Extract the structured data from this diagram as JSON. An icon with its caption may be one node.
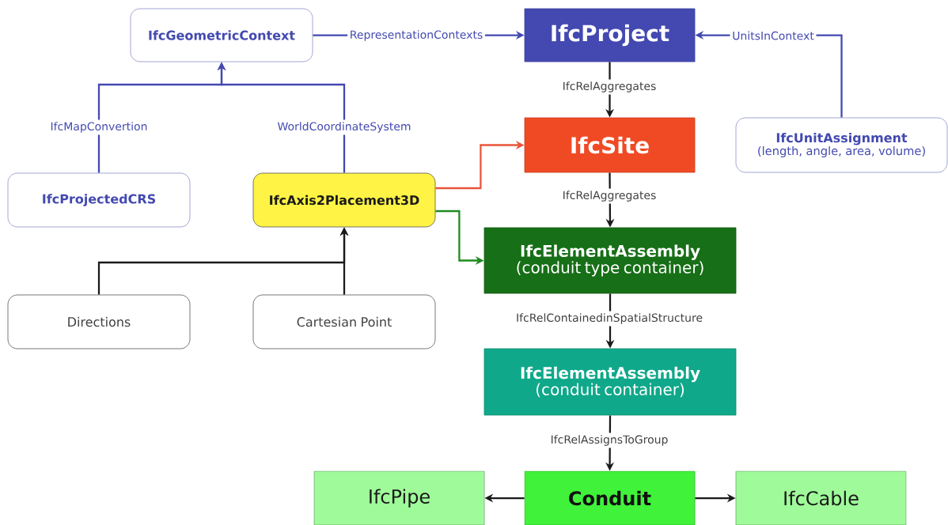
{
  "diagram": {
    "nodes": [
      {
        "text": [
          "IfcGeometricContext"
        ]
      },
      {
        "text": [
          "IfcProject"
        ]
      },
      {
        "text": [
          "IfcSite"
        ]
      },
      {
        "text": [
          "IfcUnitAssignment",
          "(length, angle, area, volume)"
        ]
      },
      {
        "text": [
          "IfcProjectedCRS"
        ]
      },
      {
        "text": [
          "IfcAxis2Placement3D"
        ]
      },
      {
        "text": [
          "IfcElementAssembly",
          "(conduit type container)"
        ]
      },
      {
        "text": [
          "Directions"
        ]
      },
      {
        "text": [
          "Cartesian Point"
        ]
      },
      {
        "text": [
          "IfcElementAssembly",
          "(conduit container)"
        ]
      },
      {
        "text": [
          "IfcPipe"
        ]
      },
      {
        "text": [
          "Conduit"
        ]
      },
      {
        "text": [
          "IfcCable"
        ]
      }
    ],
    "edges": [
      {
        "from": 0,
        "to": 1,
        "arrow": "to",
        "label": "RepresentationContexts",
        "color": "#4349b0"
      },
      {
        "from": 3,
        "to": 1,
        "arrow": "to",
        "label": "UnitsInContext",
        "color": "#4349b0"
      },
      {
        "from": 1,
        "to": 2,
        "arrow": "to",
        "label": "IfcRelAggregates"
      },
      {
        "from": 4,
        "to": 0,
        "arrow": "to",
        "label": "IfcMapConvertion",
        "color": "#4349b0"
      },
      {
        "from": 5,
        "to": 0,
        "arrow": "to",
        "label": "WorldCoordinateSystem",
        "color": "#4349b0"
      },
      {
        "from": 5,
        "to": 2,
        "arrow": "to",
        "color": "#e8553a"
      },
      {
        "from": 2,
        "to": 6,
        "arrow": "to",
        "label": "IfcRelAggregates"
      },
      {
        "from": 5,
        "to": 6,
        "arrow": "to",
        "color": "#1f8a1f"
      },
      {
        "from": 7,
        "to": 5,
        "arrow": "to"
      },
      {
        "from": 8,
        "to": 5,
        "arrow": "to"
      },
      {
        "from": 6,
        "to": 9,
        "arrow": "to",
        "label": "IfcRelContainedinSpatialStructure"
      },
      {
        "from": 9,
        "to": 11,
        "arrow": "to",
        "label": "IfcRelAssignsToGroup"
      },
      {
        "from": 11,
        "to": 10,
        "arrow": "to"
      },
      {
        "from": 11,
        "to": 12,
        "arrow": "to"
      }
    ]
  }
}
